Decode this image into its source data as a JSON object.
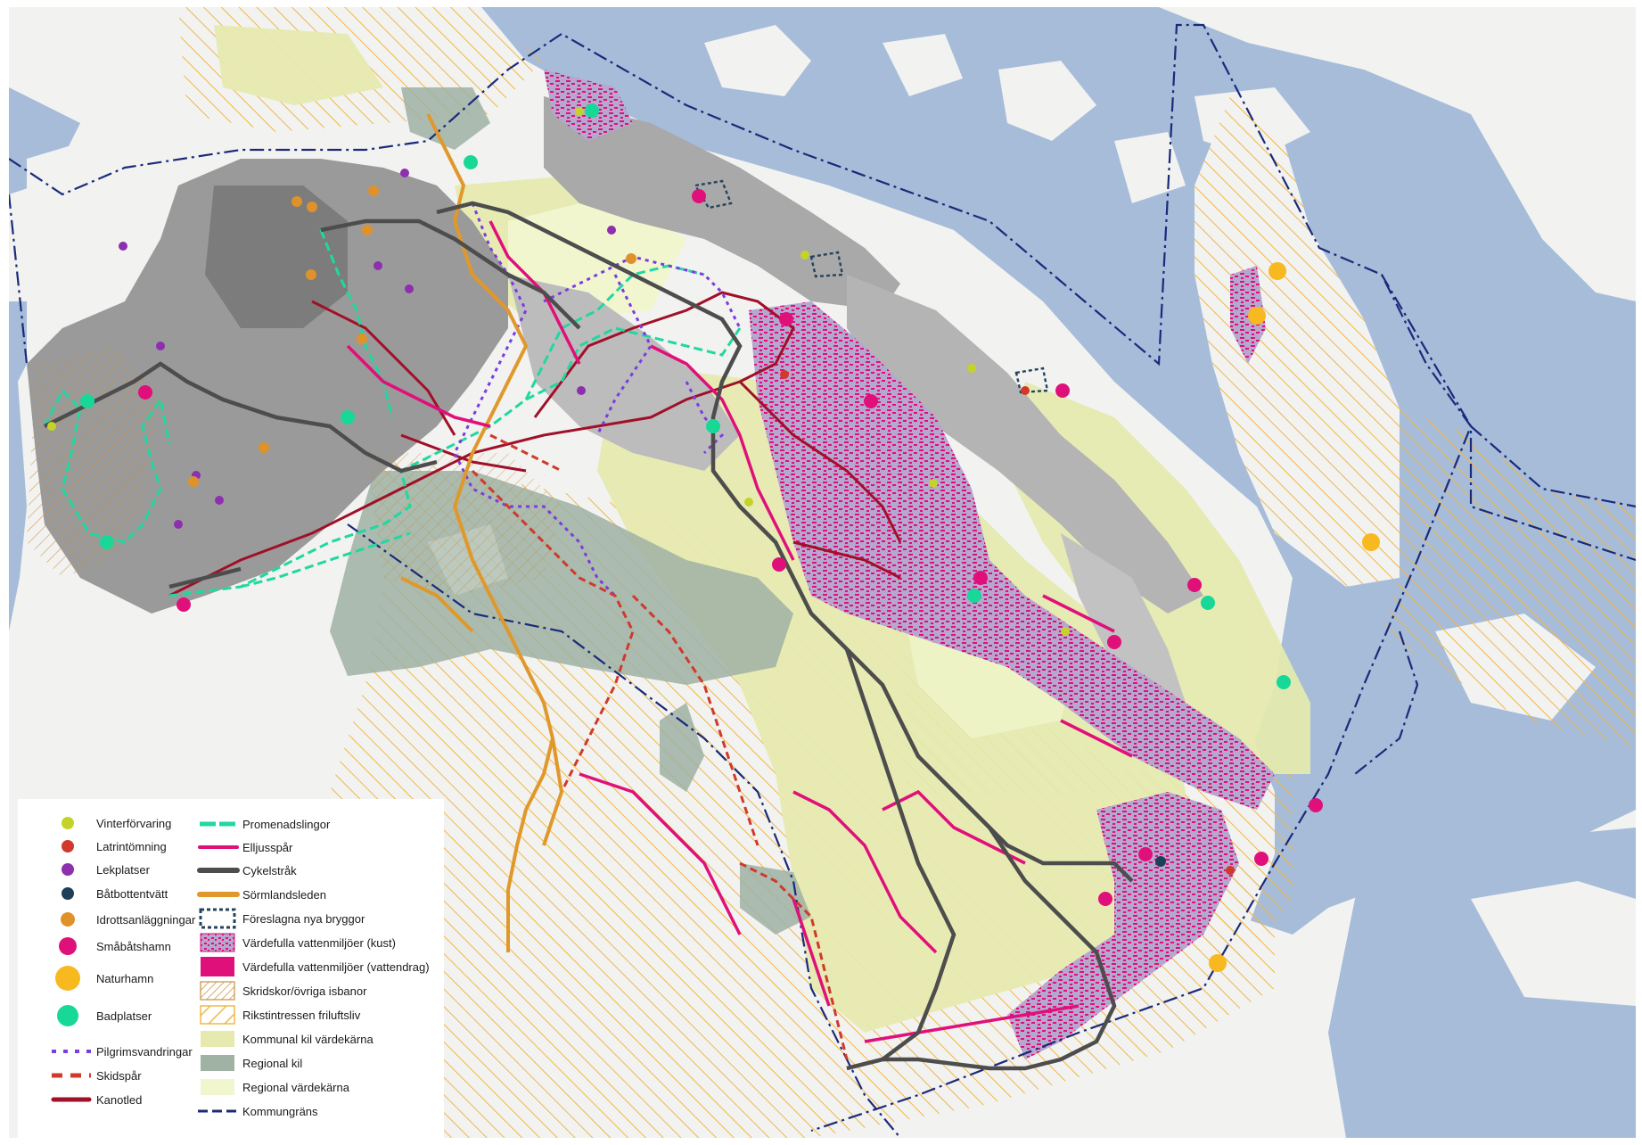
{
  "colors": {
    "water": "#a6bcd9",
    "land": "#f2f2f1",
    "urban_dark": "#8e8e8e",
    "urban_mid": "#b8b8b8",
    "kommunal_kil": "#e6eaae",
    "regional_kil": "#9fb2a4",
    "regional_vardekarna": "#f1f6cf",
    "riksintresse": "#f0b845",
    "isbanor": "#d29a4b",
    "kust": "#e0107a",
    "promenad": "#20d8a0",
    "elljus": "#e0107a",
    "cykel": "#4d4d4d",
    "sormlandsleden": "#e0982a",
    "brygga": "#24445c",
    "pilgrim": "#7c3ce0",
    "skidspar": "#d0392b",
    "kanotled": "#a01028",
    "kommungrans": "#1a2a7a",
    "vinterforvaring": "#c4d32a",
    "latrin": "#d0392b",
    "lekplats": "#8d2fae",
    "batbotten": "#1e3f5a",
    "idrott": "#e0922a",
    "smabatshamn": "#e0107a",
    "naturhamn": "#f8b820",
    "badplats": "#18d898"
  },
  "legend": {
    "points": [
      {
        "key": "vinterforvaring",
        "label": "Vinterförvaring",
        "color": "#c4d32a",
        "size": "small"
      },
      {
        "key": "latrintomning",
        "label": "Latrintömning",
        "color": "#d0392b",
        "size": "small"
      },
      {
        "key": "lekplatser",
        "label": "Lekplatser",
        "color": "#8d2fae",
        "size": "small"
      },
      {
        "key": "batbottentvatt",
        "label": "Båtbottentvätt",
        "color": "#1e3f5a",
        "size": "small"
      },
      {
        "key": "idrottsanlaggningar",
        "label": "Idrottsanläggningar",
        "color": "#e0922a",
        "size": "small"
      },
      {
        "key": "smabatshamn",
        "label": "Småbåtshamn",
        "color": "#e0107a",
        "size": "medium"
      },
      {
        "key": "naturhamn",
        "label": "Naturhamn",
        "color": "#f8b820",
        "size": "large"
      },
      {
        "key": "badplatser",
        "label": "Badplatser",
        "color": "#18d898",
        "size": "large"
      },
      {
        "key": "pilgrimsvandringar",
        "label": "Pilgrimsvandringar",
        "color": "#7c3ce0",
        "size": "dots"
      },
      {
        "key": "skidspar",
        "label": "Skidspår",
        "color": "#d0392b",
        "size": "dashes"
      },
      {
        "key": "kanotled",
        "label": "Kanotled",
        "color": "#a01028",
        "size": "line"
      }
    ],
    "areas": [
      {
        "key": "promenadslingor",
        "label": "Promenadslingor"
      },
      {
        "key": "elljusspar",
        "label": "Elljusspår"
      },
      {
        "key": "cykelstrak",
        "label": "Cykelstråk"
      },
      {
        "key": "sormlandsleden",
        "label": "Sörmlandsleden"
      },
      {
        "key": "foreslagna_bryggor",
        "label": "Föreslagna nya bryggor"
      },
      {
        "key": "vattenmiljoer_kust",
        "label": "Värdefulla vattenmiljöer (kust)"
      },
      {
        "key": "vattenmiljoer_vattendrag",
        "label": "Värdefulla vattenmiljöer (vattendrag)"
      },
      {
        "key": "isbanor",
        "label": "Skridskor/övriga isbanor"
      },
      {
        "key": "riksintressen",
        "label": "Rikstintressen friluftsliv"
      },
      {
        "key": "kommunal_kil",
        "label": "Kommunal kil värdekärna"
      },
      {
        "key": "regional_kil",
        "label": "Regional kil"
      },
      {
        "key": "regional_vardekarna",
        "label": "Regional värdekärna"
      },
      {
        "key": "kommungrans",
        "label": "Kommungräns"
      }
    ]
  }
}
